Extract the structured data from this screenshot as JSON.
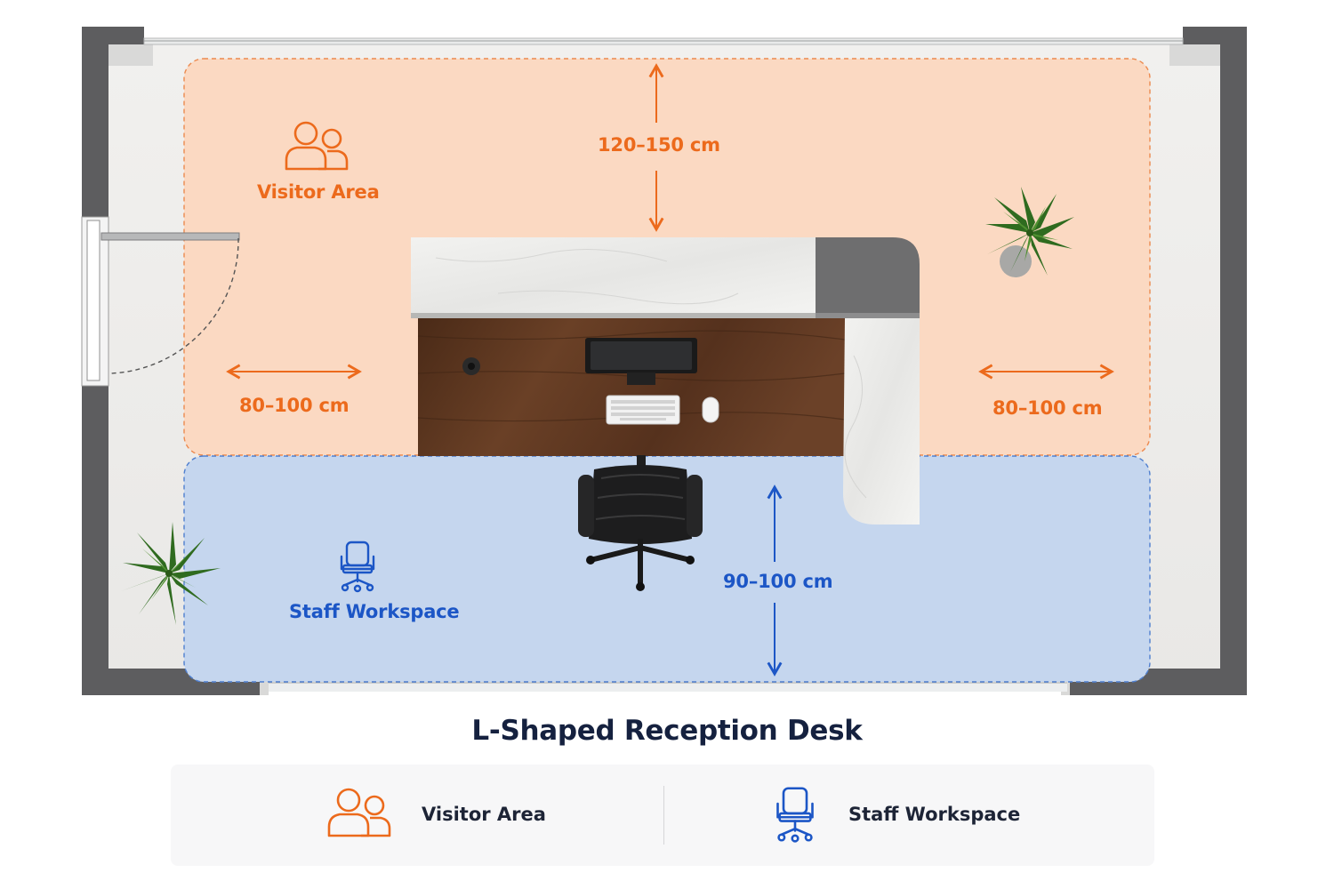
{
  "plan": {
    "zones": {
      "visitor_label": "Visitor Area",
      "staff_label": "Staff Workspace"
    },
    "dimensions": {
      "front_clearance": "120–150 cm",
      "left_side": "80–100 cm",
      "right_side": "80–100 cm",
      "staff_depth": "90–100 cm"
    },
    "colors": {
      "visitor_zone": "#fbd9c2",
      "staff_zone": "#c5d6ee",
      "visitor_accent": "#ec6a1c",
      "staff_accent": "#1c56c6",
      "wall": "#5d5d5f",
      "desk_wood": "#5a3520",
      "desk_marble": "#ececea"
    },
    "icons": [
      "people-icon",
      "office-chair-icon",
      "plant-icon",
      "monitor-icon",
      "keyboard-icon",
      "mouse-icon"
    ]
  },
  "title": "L-Shaped Reception Desk",
  "legend": {
    "items": [
      {
        "label": "Visitor Area",
        "icon": "people-icon",
        "color": "#ec6a1c"
      },
      {
        "label": "Staff Workspace",
        "icon": "office-chair-icon",
        "color": "#1c56c6"
      }
    ]
  }
}
